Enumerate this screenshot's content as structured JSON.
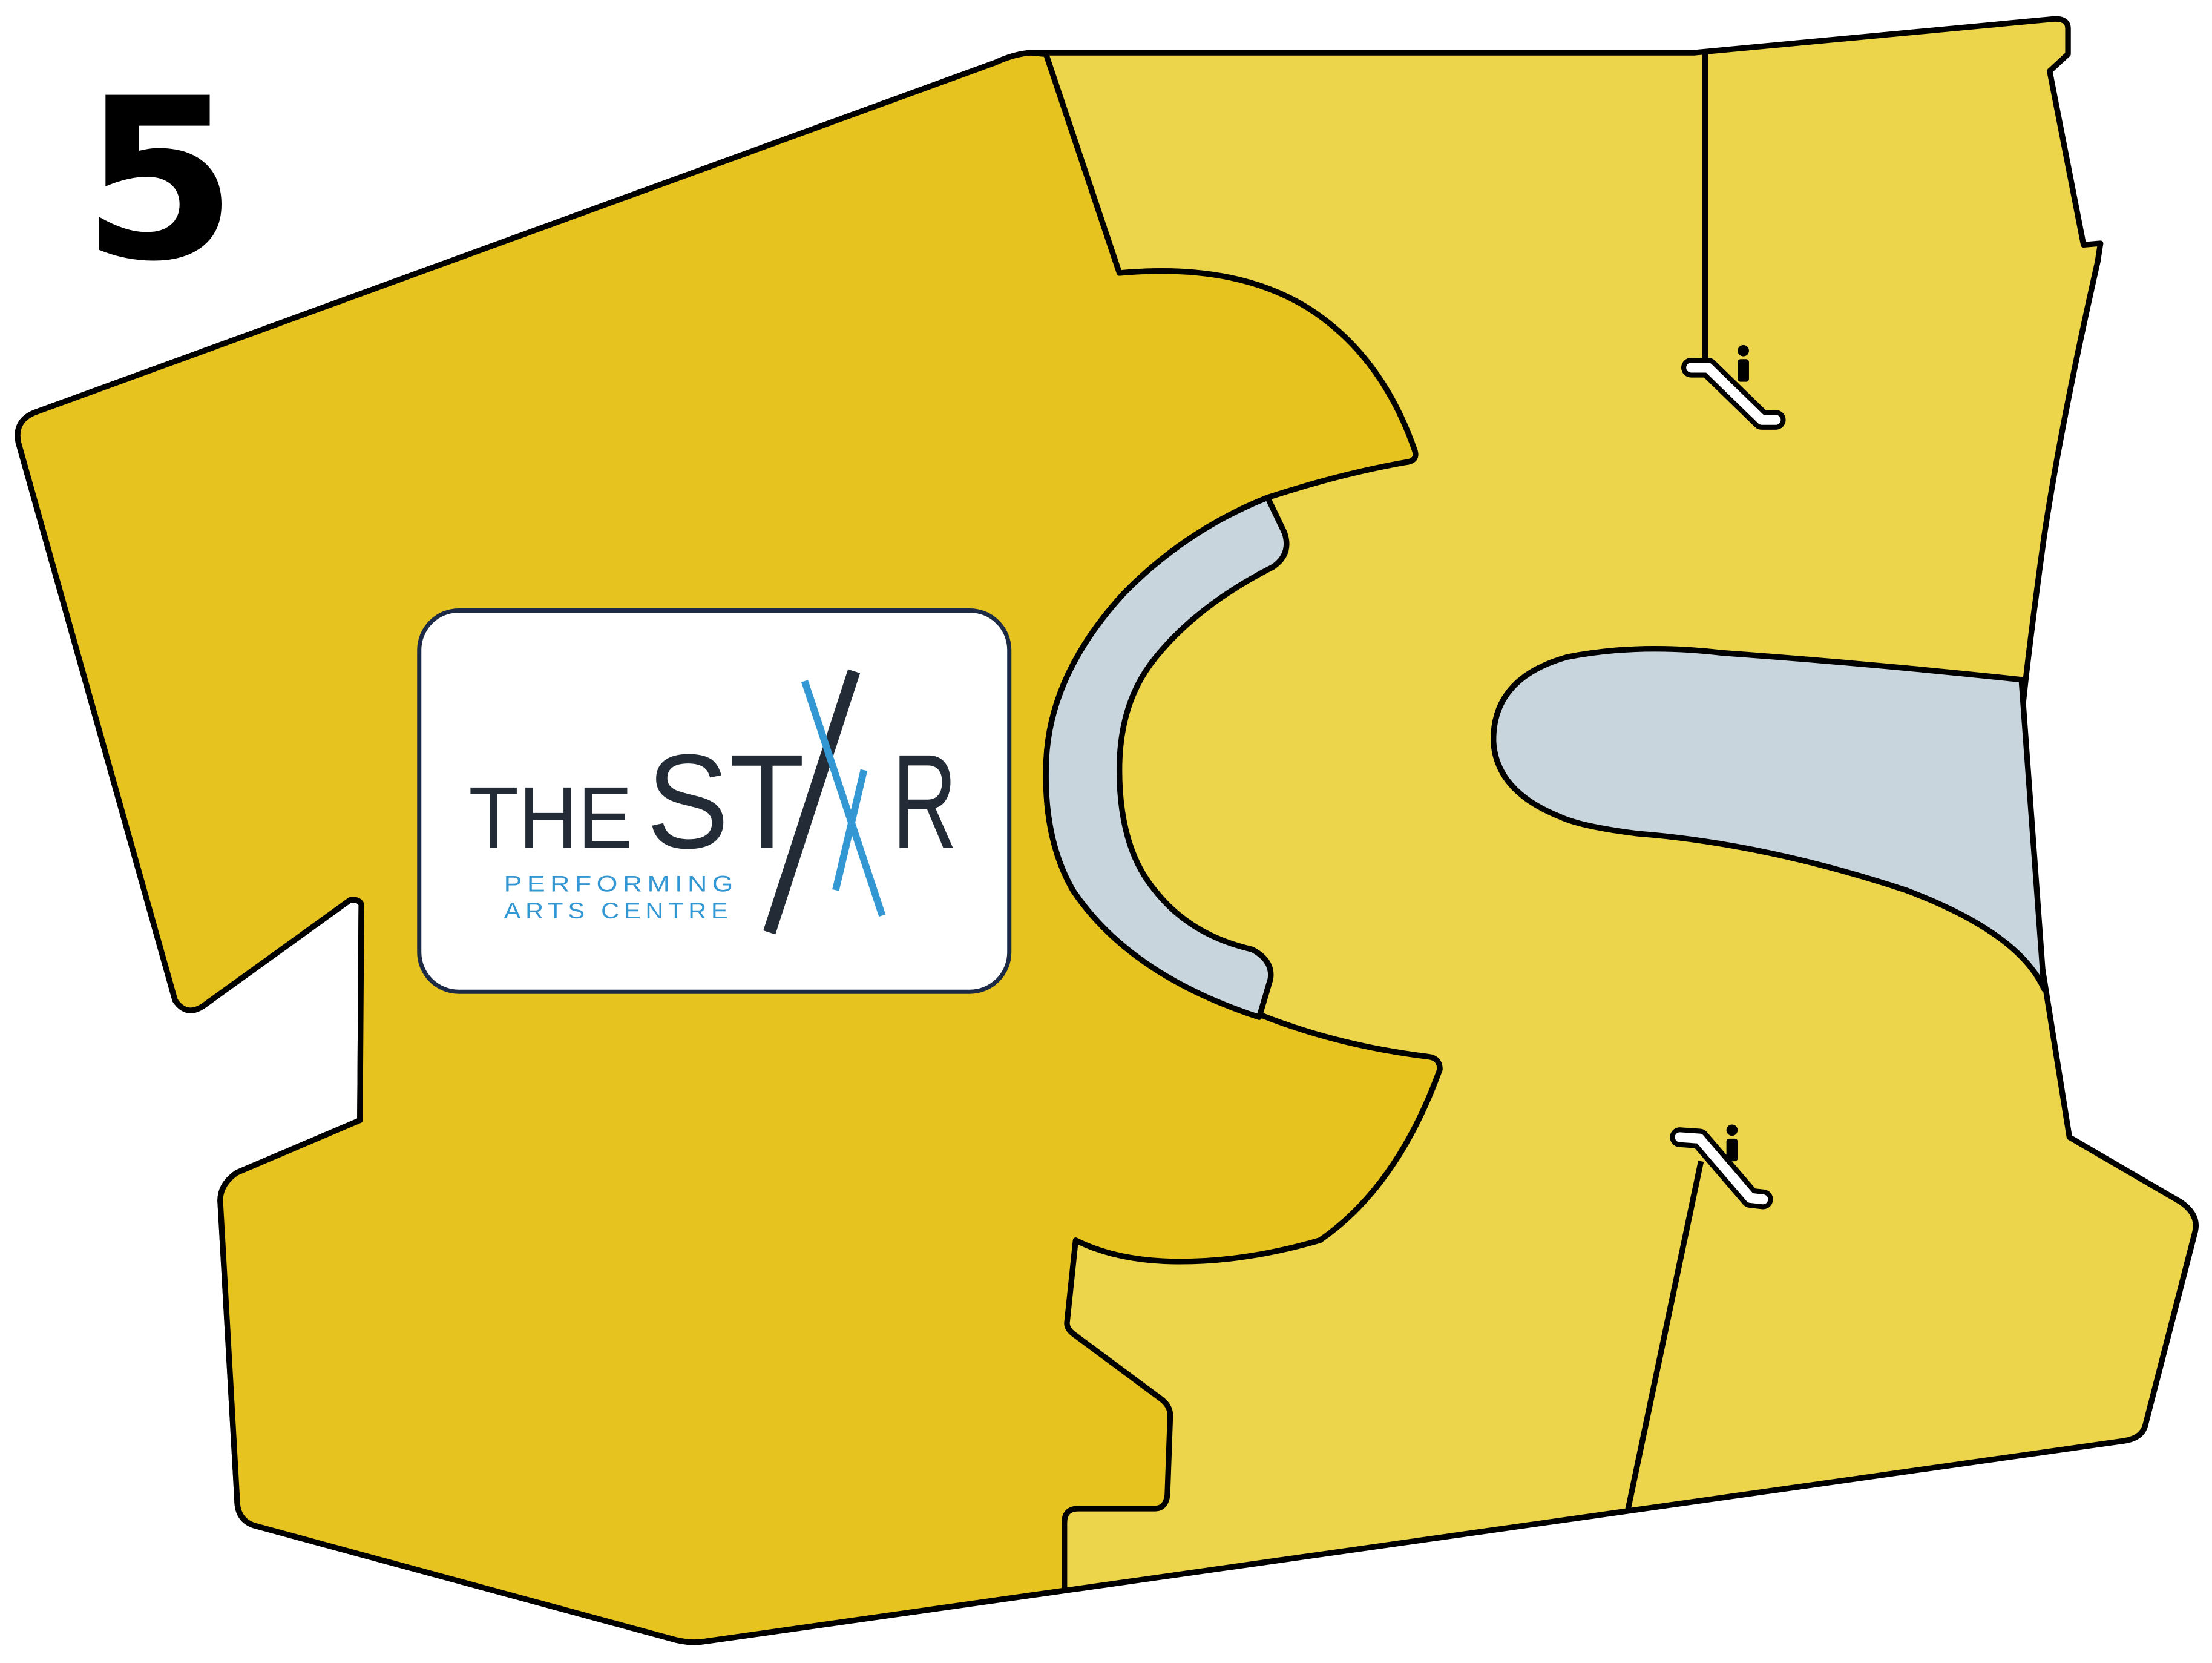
{
  "map": {
    "level_number": "5",
    "colors": {
      "venue_zone": "#e6c31f",
      "public_zone": "#ecd54a",
      "void": "#c9d5dc",
      "outline": "#000000",
      "logo_dark": "#232c36",
      "logo_accent": "#3397d3"
    },
    "venue_logo": {
      "the": "THE",
      "st": "ST",
      "r": "R",
      "tagline_1": "PERFORMING",
      "tagline_2": "ARTS CENTRE"
    },
    "icons": [
      "escalator-icon",
      "escalator-icon"
    ]
  }
}
